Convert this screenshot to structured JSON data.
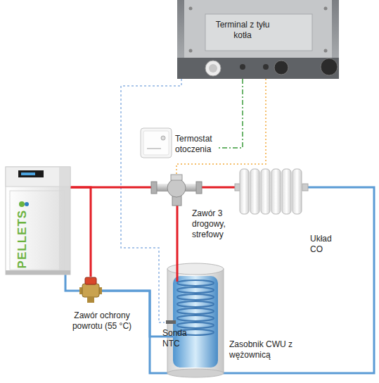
{
  "diagram": {
    "nodes": [
      {
        "text": [
          "Terminal z tyłu kotła"
        ]
      },
      {
        "text": [
          "Termostat otoczenia"
        ]
      },
      {
        "text": [
          "PELLETS"
        ]
      },
      {
        "text": [
          "Zawór 3 drogowy, strefowy"
        ]
      },
      {
        "text": [
          "Układ CO"
        ]
      },
      {
        "text": [
          "Zawór ochrony powrotu (55 °C)"
        ]
      },
      {
        "text": [
          "Zasobnik CWU z wężownicą"
        ]
      }
    ],
    "edges": [
      {
        "from": 0,
        "to": 1,
        "arrow": "none"
      },
      {
        "from": 0,
        "to": 3,
        "arrow": "none"
      },
      {
        "from": 0,
        "to": 6,
        "arrow": "none"
      },
      {
        "from": 2,
        "to": 3,
        "arrow": "none"
      },
      {
        "from": 3,
        "to": 4,
        "arrow": "none"
      },
      {
        "from": 3,
        "to": 6,
        "arrow": "none"
      },
      {
        "from": 2,
        "to": 5,
        "arrow": "none"
      },
      {
        "from": 4,
        "to": 5,
        "arrow": "none"
      },
      {
        "from": 6,
        "to": 5,
        "arrow": "none"
      },
      {
        "from": 5,
        "to": 2,
        "arrow": "none"
      }
    ],
    "labels": [
      "Sonda NTC"
    ]
  }
}
